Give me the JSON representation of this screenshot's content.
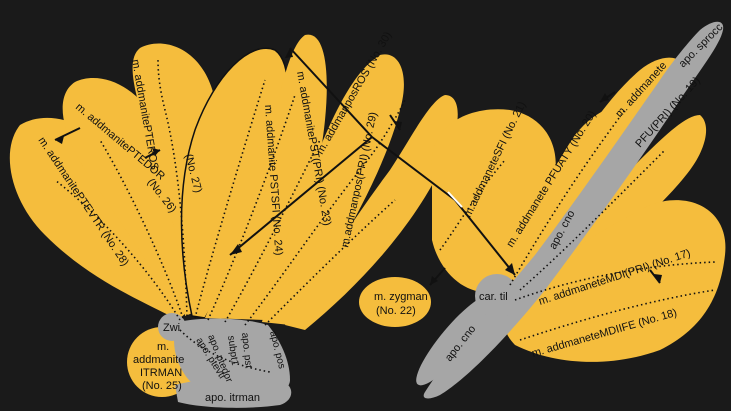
{
  "colors": {
    "background": "#1a1a1a",
    "muscle": "#f5bd3d",
    "aponeurosis": "#a6a6a6",
    "line": "#111111"
  },
  "labels": {
    "ptevtr": "m. addmanitePTEVTR (No. 28)",
    "ptedor": "m. addmanitePTEDOR",
    "ptedor_no": "(No. 26)",
    "pteros": "m. addmanitePTEROS",
    "pteros_no": "(No. 27)",
    "pstsfi": "m. addmanite PSTSFI (No. 24)",
    "pstpri": "m. addmanitePST(PRI) (No. 23)",
    "posros": "m. addmanposROS (No. 30)",
    "pospri": "m.addmanpos(PRI) (No. 29)",
    "zygman_1": "m. zygman",
    "zygman_2": "(No. 22)",
    "sfi": "m.addmaneteSFI (No. 21)",
    "pfuaty": "m. addmanete PFUATY (No. 20)",
    "addmanete": "m. addmanete",
    "pfupri": "PFU(PRI) (No. 19)",
    "mdipri": "m. addmaneteMDI(PRI) (No. 17)",
    "mdiife": "m. addmaneteMDIIFE (No. 18)",
    "itrman_1": "m.",
    "itrman_2": "addmanite",
    "itrman_3": "ITRMAN",
    "itrman_4": "(No. 25)",
    "zwi": "Zwi",
    "cartil": "car. til",
    "apo_cno_upper": "apo. cno",
    "apo_cno_lower": "apo. cno",
    "apo_sprocc": "apo. sprocc",
    "apo_itrman": "apo. itrman",
    "apo_ptevtr": "apo. ptevtr",
    "apo_ptedor": "apo. ptedor",
    "subpt1": "subpt1",
    "apo_pstpri": "apo. pst",
    "apo_pos": "apo. pos"
  }
}
